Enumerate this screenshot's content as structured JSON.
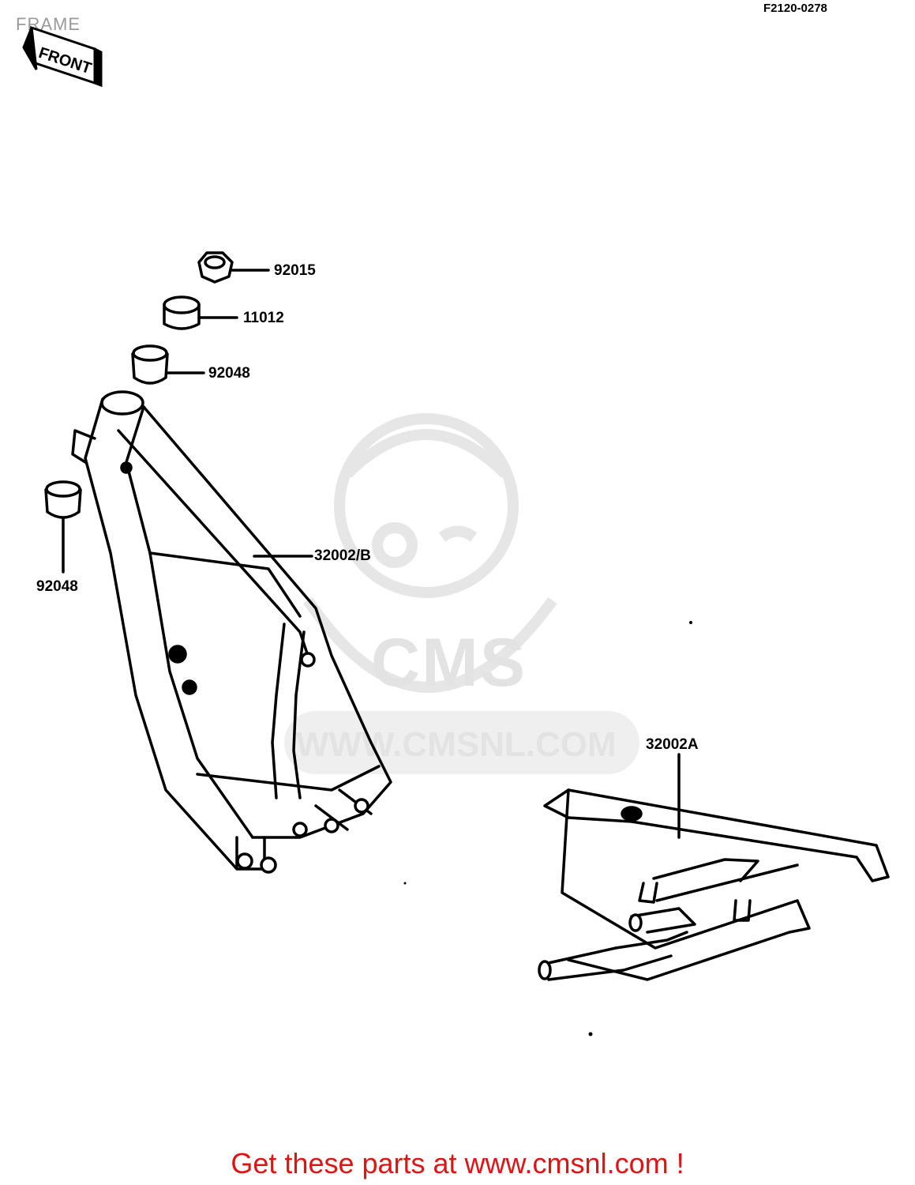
{
  "header": {
    "title": "FRAME",
    "diagram_code": "F2120-0278",
    "direction_label": "FRONT"
  },
  "parts": {
    "p92015": "92015",
    "p11012": "11012",
    "p92048_top": "92048",
    "p92048_left": "92048",
    "p32002b": "32002/B",
    "p32002a": "32002A"
  },
  "watermark": {
    "brand": "CMS",
    "url": "WWW.CMSNL.COM"
  },
  "footer": {
    "link_text": "Get these parts at www.cmsnl.com !"
  },
  "colors": {
    "footer_text": "#e01414",
    "watermark": "#e3e3e3"
  }
}
